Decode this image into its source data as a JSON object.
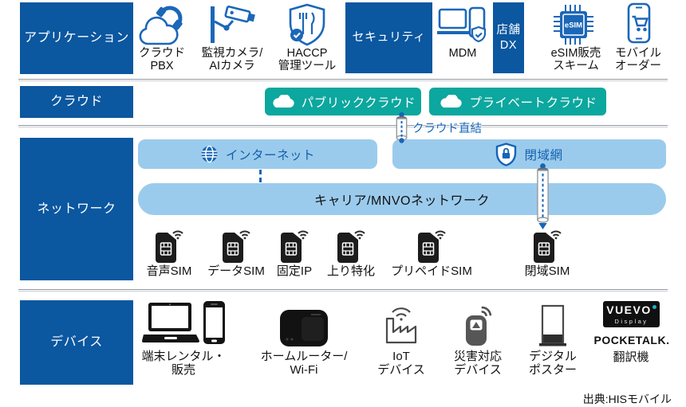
{
  "colors": {
    "dark_blue": "#0b57a0",
    "teal": "#0ca79e",
    "light_blue": "#9bcbec",
    "icon_blue": "#1b67b8",
    "link_blue": "#1565b8"
  },
  "rows": {
    "application": "アプリケーション",
    "cloud": "クラウド",
    "network": "ネットワーク",
    "device": "デバイス"
  },
  "application": {
    "items": [
      {
        "icon": "cloud-pbx-icon",
        "caption": "クラウド\nPBX"
      },
      {
        "icon": "surveillance-camera-icon",
        "caption": "監視カメラ/\nAIカメラ"
      },
      {
        "icon": "haccp-shield-icon",
        "caption": "HACCP\n管理ツール"
      },
      {
        "icon": "mdm-devices-icon",
        "caption": "MDM"
      },
      {
        "icon": "esim-chip-icon",
        "caption": "eSIM販売\nスキーム"
      },
      {
        "icon": "mobile-order-icon",
        "caption": "モバイル\nオーダー"
      }
    ],
    "security_box": "セキュリティ",
    "store_dx_box": "店舗\nDX",
    "esim_chip_text": "eSIM"
  },
  "cloud": {
    "public": "パブリッククラウド",
    "private": "プライベートクラウド",
    "direct_link": "クラウド直結"
  },
  "network": {
    "internet": "インターネット",
    "closed_network": "閉域網",
    "carrier": "キャリア/MNVOネットワーク",
    "sims": [
      "音声SIM",
      "データSIM",
      "固定IP",
      "上り特化",
      "プリペイドSIM",
      "閉域SIM"
    ]
  },
  "device": {
    "items": [
      "端末レンタル・\n販売",
      "ホームルーター/\nWi-Fi",
      "IoT\nデバイス",
      "災害対応\nデバイス",
      "デジタル\nポスター",
      "翻訳機"
    ],
    "vuevo_logo": "VUEVO",
    "vuevo_sub": "Display",
    "pocketalk_logo": "POCKETALK."
  },
  "footer": {
    "source": "出典:HISモバイル"
  }
}
